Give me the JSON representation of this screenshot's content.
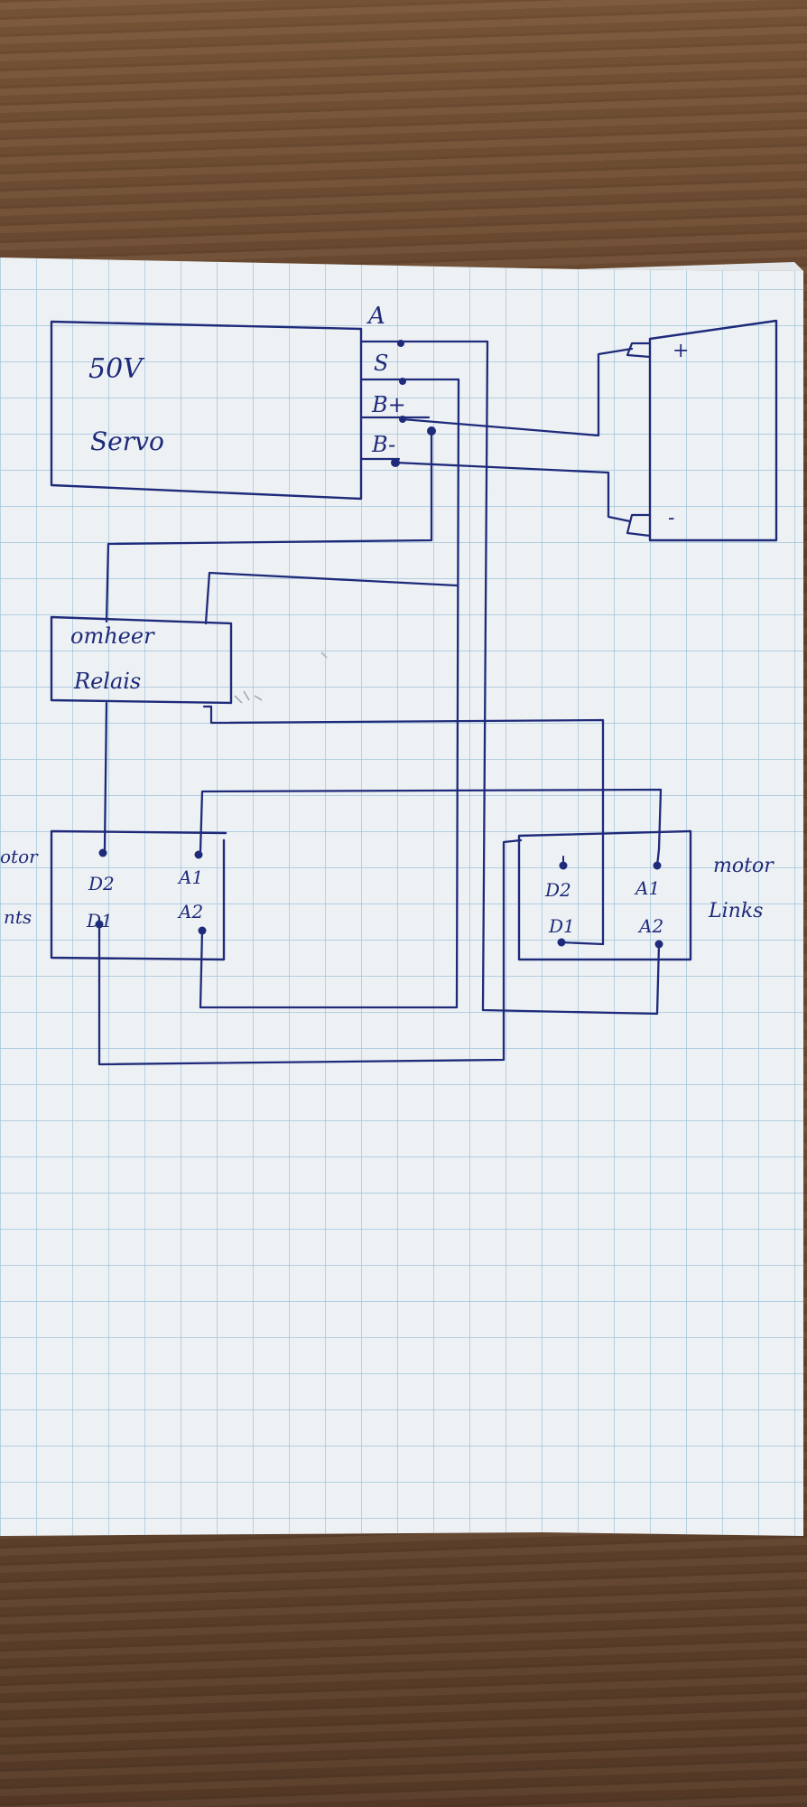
{
  "servo_block": {
    "line1": "50V",
    "line2": "Servo",
    "terminals": {
      "a": "A",
      "s": "S",
      "b_plus": "B+",
      "b_minus": "B-"
    }
  },
  "battery": {
    "plus": "+",
    "minus": "-"
  },
  "relay_block": {
    "line1": "omheer",
    "line2": "Relais"
  },
  "motor_left": {
    "label_line1": "otor",
    "label_line2": "nts",
    "terminals": {
      "d2": "D2",
      "d1": "D1",
      "a1": "A1",
      "a2": "A2"
    }
  },
  "motor_right": {
    "label_line1": "motor",
    "label_line2": "Links",
    "terminals": {
      "d2": "D2",
      "d1": "D1",
      "a1": "A1",
      "a2": "A2"
    }
  },
  "colors": {
    "ink": "#1e2a7a",
    "paper": "#eef1f4",
    "grid": "#9ec3d9",
    "wood": "#6b4a32"
  }
}
